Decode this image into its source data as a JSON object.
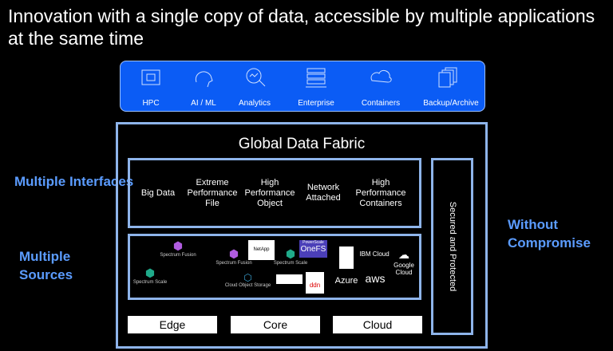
{
  "title": "Innovation with a single copy of data, accessible by multiple applications at the same time",
  "apps": [
    {
      "label": "HPC",
      "icon": "chip-icon"
    },
    {
      "label": "AI / ML",
      "icon": "brain-icon"
    },
    {
      "label": "Analytics",
      "icon": "analytics-icon"
    },
    {
      "label": "Enterprise",
      "icon": "server-icon"
    },
    {
      "label": "Containers",
      "icon": "cloud-icon"
    },
    {
      "label": "Backup/Archive",
      "icon": "copies-icon"
    }
  ],
  "fabric_title": "Global Data Fabric",
  "interfaces": [
    "Big Data",
    "Extreme Performance File",
    "High Performance Object",
    "Network Attached",
    "High Performance Containers"
  ],
  "sources": {
    "spectrum_fusion": "Spectrum Fusion",
    "spectrum_scale": "Spectrum Scale",
    "cloud_object_storage": "Cloud Object Storage",
    "netapp": "NetApp",
    "onefs_small": "PowerScale",
    "onefs": "OneFS",
    "ibm_cloud": "IBM Cloud",
    "azure": "Azure",
    "aws": "aws",
    "google": "Google Cloud",
    "ddn": "ddn"
  },
  "secured": "Secured and Protected",
  "locations": [
    "Edge",
    "Core",
    "Cloud"
  ],
  "left_labels": [
    "Multiple Interfaces",
    "Multiple Sources"
  ],
  "right_label": "Without Compromise",
  "colors": {
    "app_bar": "#0b5cf5",
    "border": "#8eb4ea",
    "accent": "#5b9cff"
  }
}
